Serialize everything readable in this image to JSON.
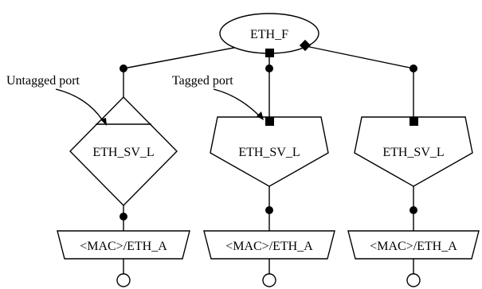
{
  "diagram": {
    "top_node": "ETH_F",
    "callouts": {
      "untagged": "Untagged port",
      "tagged": "Tagged port"
    },
    "branches": [
      {
        "adaptation": "ETH_SV_L",
        "termination": "<MAC>/ETH_A",
        "port": "untagged"
      },
      {
        "adaptation": "ETH_SV_L",
        "termination": "<MAC>/ETH_A",
        "port": "tagged"
      },
      {
        "adaptation": "ETH_SV_L",
        "termination": "<MAC>/ETH_A",
        "port": "tagged"
      }
    ]
  }
}
